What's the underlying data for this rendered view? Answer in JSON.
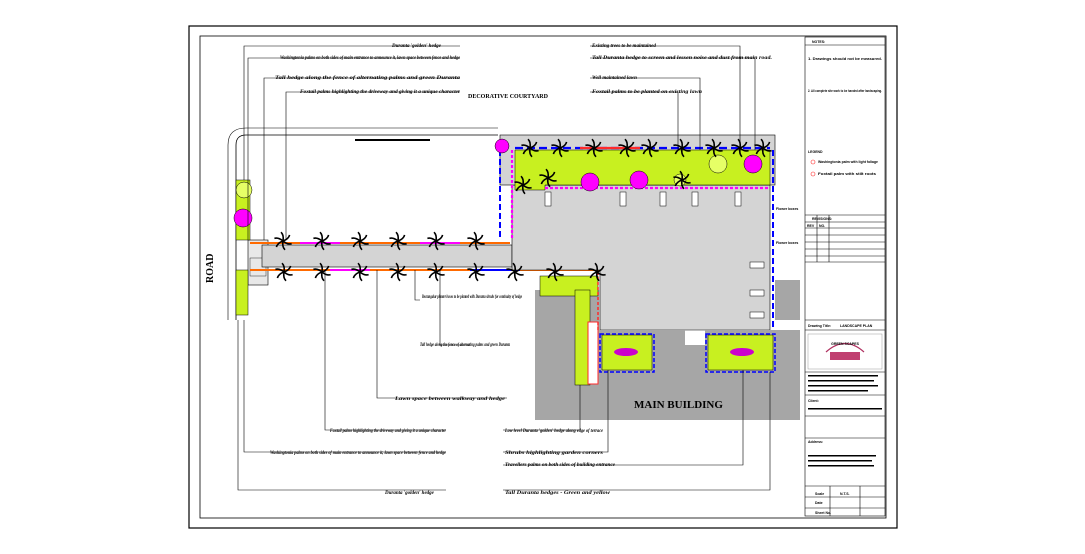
{
  "drawing": {
    "road_label": "ROAD",
    "main_building_label": "MAIN BUILDING",
    "section_label": "DECORATIVE COURTYARD",
    "annotations": {
      "top_left": [
        "Duranta 'golden' hedge",
        "Washingtonia palms on both sides of main entrance to announce it, lawn space between fence and hedge",
        "Tall hedge along the fence of alternating palms and green Duranta",
        "Foxtail palms highlighting the driveway and giving it a unique character"
      ],
      "top_right": [
        "Existing trees to be maintained",
        "Tall Duranta hedge to screen and lessen noise and dust from main road.",
        "Well maintained lawn",
        "Foxtail palms to be planted on existing lawn"
      ],
      "middle": [
        "Rectangular planter boxes to be planted with Duranta shrubs for continuity of hedge",
        "Tall hedge along the fence of alternating palms and green Duranta",
        "Lawn space between walkway and hedge"
      ],
      "bottom_left": [
        "Foxtail palms highlighting the driveway and giving it a unique character",
        "Washingtonia palms on both sides of main entrance to announce it, lawn space between fence and hedge",
        "Duranta 'golden' hedge"
      ],
      "bottom_right": [
        "Low level Duranta 'golden' hedge along edge of terrace",
        "Shrubs highlighting garden corners",
        "Travellers palms on both sides of building entrance",
        "Tall Duranta hedges - Green and yellow"
      ],
      "right_side": [
        "Flower boxes",
        "Flower boxes"
      ]
    }
  },
  "title_block": {
    "notes_header": "NOTES:",
    "note_1": "1. Drawings should not be measured.",
    "note_2": "2. All complete site work to be handed after landscaping.",
    "legend_header": "LEGEND",
    "legend_1": "Washingtonia palm with light foliage",
    "legend_2": "Foxtail palm with stilt roots",
    "revisions_header": "REVISIONS:",
    "rev_col_1": "REV",
    "rev_col_2": "NO.",
    "drawing_title_label": "Drawing Title:",
    "drawing_title_value": "LANDSCAPE PLAN",
    "logo_text": "GREEN SCAPES",
    "client_label": "Client:",
    "address_label": "Address:",
    "scale_label": "Scale",
    "scale_value": "N.T.S.",
    "date_label": "Date",
    "sheet_label": "Sheet No."
  }
}
